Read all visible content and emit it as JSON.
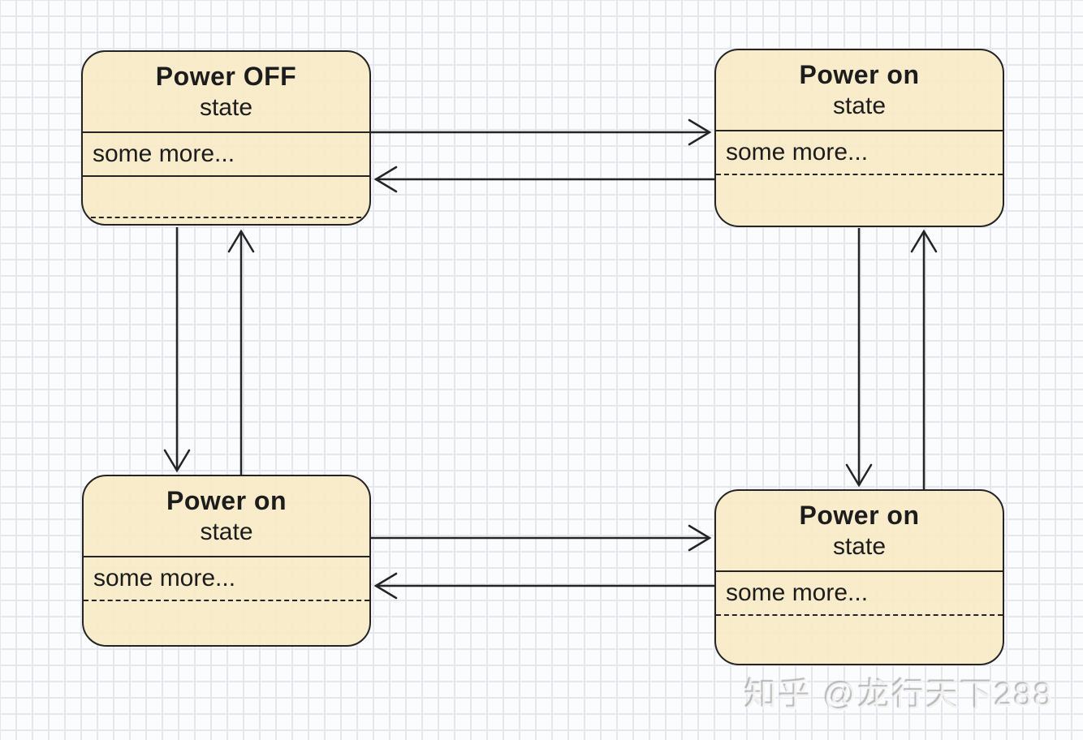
{
  "diagram": {
    "type": "uml-state-diagram",
    "style": {
      "node_fill": "#f8eac5",
      "node_border": "#242424",
      "grid_line": "#e5e7ee",
      "background": "#fbfcfd"
    },
    "nodes": [
      {
        "id": "top-left",
        "title": "Power OFF",
        "subtitle": "state",
        "row": "some more...",
        "row_divider": "solid",
        "footer_dashed_line": true
      },
      {
        "id": "top-right",
        "title": "Power on",
        "subtitle": "state",
        "row": "some more...",
        "row_divider": "dashed",
        "footer_dashed_line": false
      },
      {
        "id": "bottom-left",
        "title": "Power on",
        "subtitle": "state",
        "row": "some more...",
        "row_divider": "dashed",
        "footer_dashed_line": false
      },
      {
        "id": "bottom-right",
        "title": "Power on",
        "subtitle": "state",
        "row": "some more...",
        "row_divider": "dashed",
        "footer_dashed_line": false
      }
    ],
    "edges": [
      {
        "from": "top-left",
        "to": "top-right",
        "direction": "right"
      },
      {
        "from": "top-right",
        "to": "top-left",
        "direction": "left"
      },
      {
        "from": "top-left",
        "to": "bottom-left",
        "direction": "down"
      },
      {
        "from": "bottom-left",
        "to": "top-left",
        "direction": "up"
      },
      {
        "from": "top-right",
        "to": "bottom-right",
        "direction": "down"
      },
      {
        "from": "bottom-right",
        "to": "top-right",
        "direction": "up"
      },
      {
        "from": "bottom-left",
        "to": "bottom-right",
        "direction": "right"
      },
      {
        "from": "bottom-right",
        "to": "bottom-left",
        "direction": "left"
      }
    ]
  },
  "watermark": {
    "text": "知乎 @龙行天下288"
  }
}
